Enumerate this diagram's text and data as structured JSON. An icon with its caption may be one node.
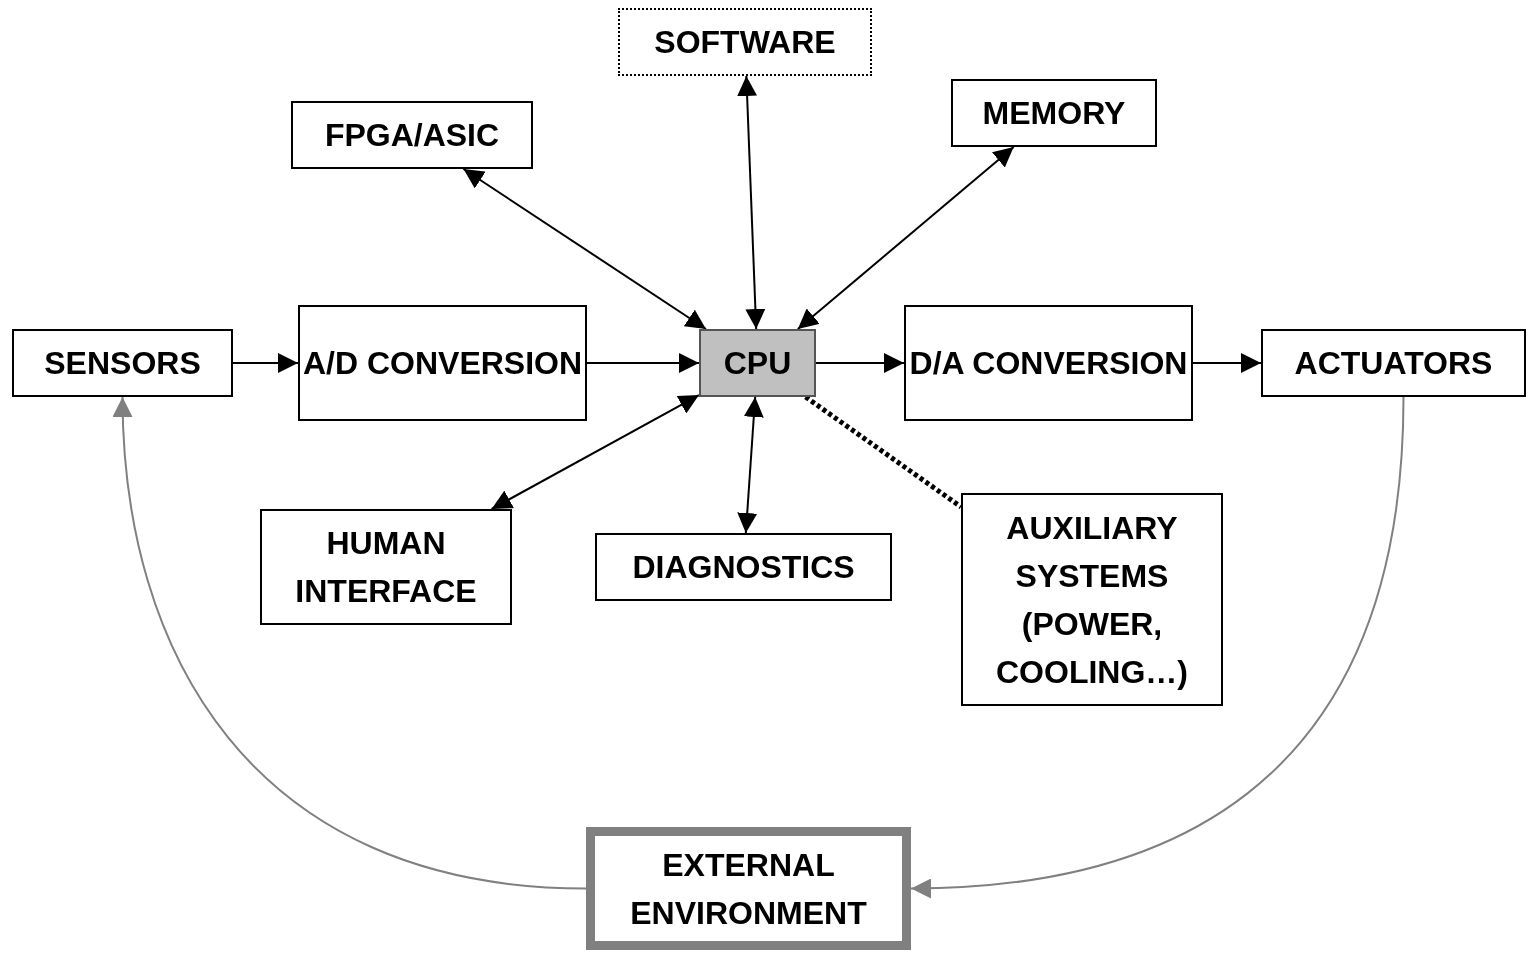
{
  "diagram": {
    "nodes": [
      {
        "text": [
          "SOFTWARE"
        ]
      },
      {
        "text": [
          "FPGA/ASIC"
        ]
      },
      {
        "text": [
          "MEMORY"
        ]
      },
      {
        "text": [
          "SENSORS"
        ]
      },
      {
        "text": [
          "A/D CONVERSION"
        ]
      },
      {
        "text": [
          "CPU"
        ]
      },
      {
        "text": [
          "D/A CONVERSION"
        ]
      },
      {
        "text": [
          "ACTUATORS"
        ]
      },
      {
        "text": [
          "HUMAN INTERFACE"
        ]
      },
      {
        "text": [
          "DIAGNOSTICS"
        ]
      },
      {
        "text": [
          "AUXILIARY SYSTEMS (POWER, COOLING…)"
        ]
      },
      {
        "text": [
          "EXTERNAL ENVIRONMENT"
        ]
      }
    ],
    "edges": [
      {
        "from": 3,
        "to": 4,
        "arrow": "to"
      },
      {
        "from": 4,
        "to": 5,
        "arrow": "to"
      },
      {
        "from": 5,
        "to": 6,
        "arrow": "to"
      },
      {
        "from": 6,
        "to": 7,
        "arrow": "to"
      },
      {
        "from": 5,
        "to": 0,
        "arrow": "both"
      },
      {
        "from": 5,
        "to": 1,
        "arrow": "both"
      },
      {
        "from": 5,
        "to": 2,
        "arrow": "both"
      },
      {
        "from": 5,
        "to": 8,
        "arrow": "both"
      },
      {
        "from": 5,
        "to": 9,
        "arrow": "both"
      },
      {
        "from": 5,
        "to": 10,
        "arrow": "none",
        "style": "dashed"
      },
      {
        "from": 7,
        "to": 11,
        "arrow": "to",
        "color": "#808080"
      },
      {
        "from": 11,
        "to": 3,
        "arrow": "to",
        "color": "#808080"
      }
    ]
  }
}
